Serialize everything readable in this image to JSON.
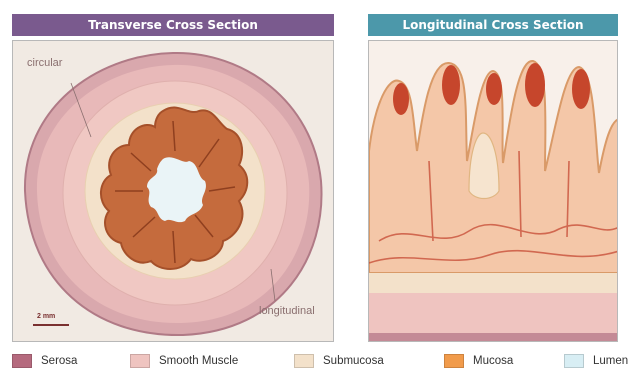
{
  "panels": {
    "transverse": {
      "title": "Transverse Cross Section",
      "header_color": "#7a5a8e"
    },
    "longitudinal": {
      "title": "Longitudinal Cross Section",
      "header_color": "#4c98aa"
    }
  },
  "labels": {
    "circular": "circular",
    "longitudinal": "longitudinal",
    "scale": "2 mm"
  },
  "legend": [
    {
      "label": "Serosa",
      "color": "#b56a7e"
    },
    {
      "label": "Smooth Muscle",
      "color": "#efc4c0"
    },
    {
      "label": "Submucosa",
      "color": "#f3e1ca"
    },
    {
      "label": "Mucosa",
      "color": "#f19b4b"
    },
    {
      "label": "Lumen",
      "color": "#d8eef4"
    }
  ]
}
